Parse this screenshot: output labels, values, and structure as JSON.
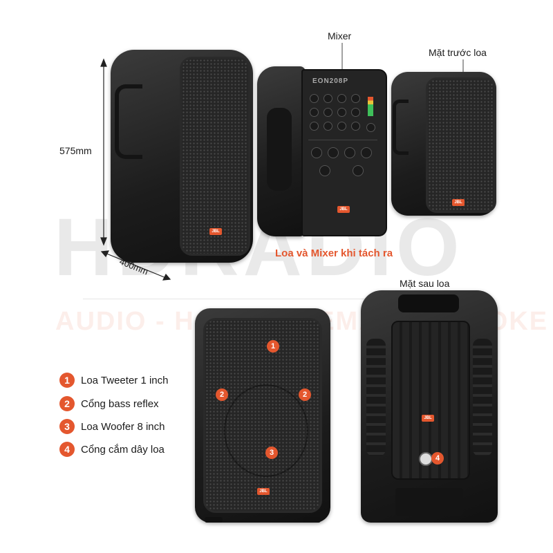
{
  "dimensions": {
    "height_label": "575mm",
    "depth_label": "400mm"
  },
  "labels": {
    "mixer": "Mixer",
    "front": "Mặt trước loa",
    "separated": "Loa và Mixer khi tách ra",
    "back": "Mặt sau loa"
  },
  "panel": {
    "model": "EON208P"
  },
  "brand": {
    "logo": "JBL"
  },
  "watermark": {
    "name": "HDRADIO",
    "tagline": "AUDIO - HOME CINEMA - KARAOKE"
  },
  "legend": [
    {
      "num": "1",
      "text": "Loa Tweeter 1 inch"
    },
    {
      "num": "2",
      "text": "Cổng bass reflex"
    },
    {
      "num": "3",
      "text": "Loa Woofer 8 inch"
    },
    {
      "num": "4",
      "text": "Cổng cắm dây loa"
    }
  ],
  "markers": {
    "front": [
      "1",
      "2",
      "2",
      "3"
    ],
    "back": "4"
  },
  "colors": {
    "accent": "#e4572e",
    "body": "#1c1c1c"
  }
}
